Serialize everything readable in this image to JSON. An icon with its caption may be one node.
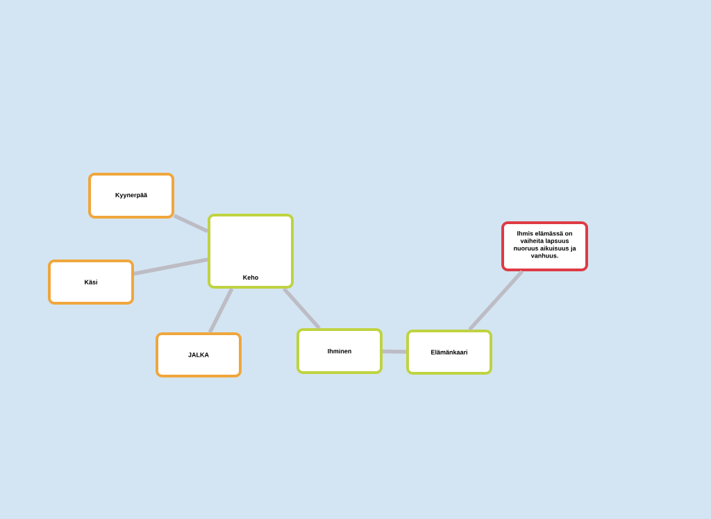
{
  "diagram": {
    "nodes": [
      {
        "text": [
          "Kyynerpää"
        ]
      },
      {
        "text": [
          "Keho"
        ]
      },
      {
        "text": [
          "Ihmis elämässä on vaiheita lapsuus nuoruus aikuisuus ja vanhuus."
        ]
      },
      {
        "text": [
          "Käsi"
        ]
      },
      {
        "text": [
          "JALKA"
        ]
      },
      {
        "text": [
          "Ihminen"
        ]
      },
      {
        "text": [
          "Elämänkaari"
        ]
      }
    ],
    "edges": [
      {
        "from": 1,
        "to": 0,
        "arrow": "none"
      },
      {
        "from": 1,
        "to": 3,
        "arrow": "none"
      },
      {
        "from": 1,
        "to": 4,
        "arrow": "none"
      },
      {
        "from": 1,
        "to": 5,
        "arrow": "none"
      },
      {
        "from": 5,
        "to": 6,
        "arrow": "none"
      },
      {
        "from": 6,
        "to": 2,
        "arrow": "none"
      }
    ]
  }
}
